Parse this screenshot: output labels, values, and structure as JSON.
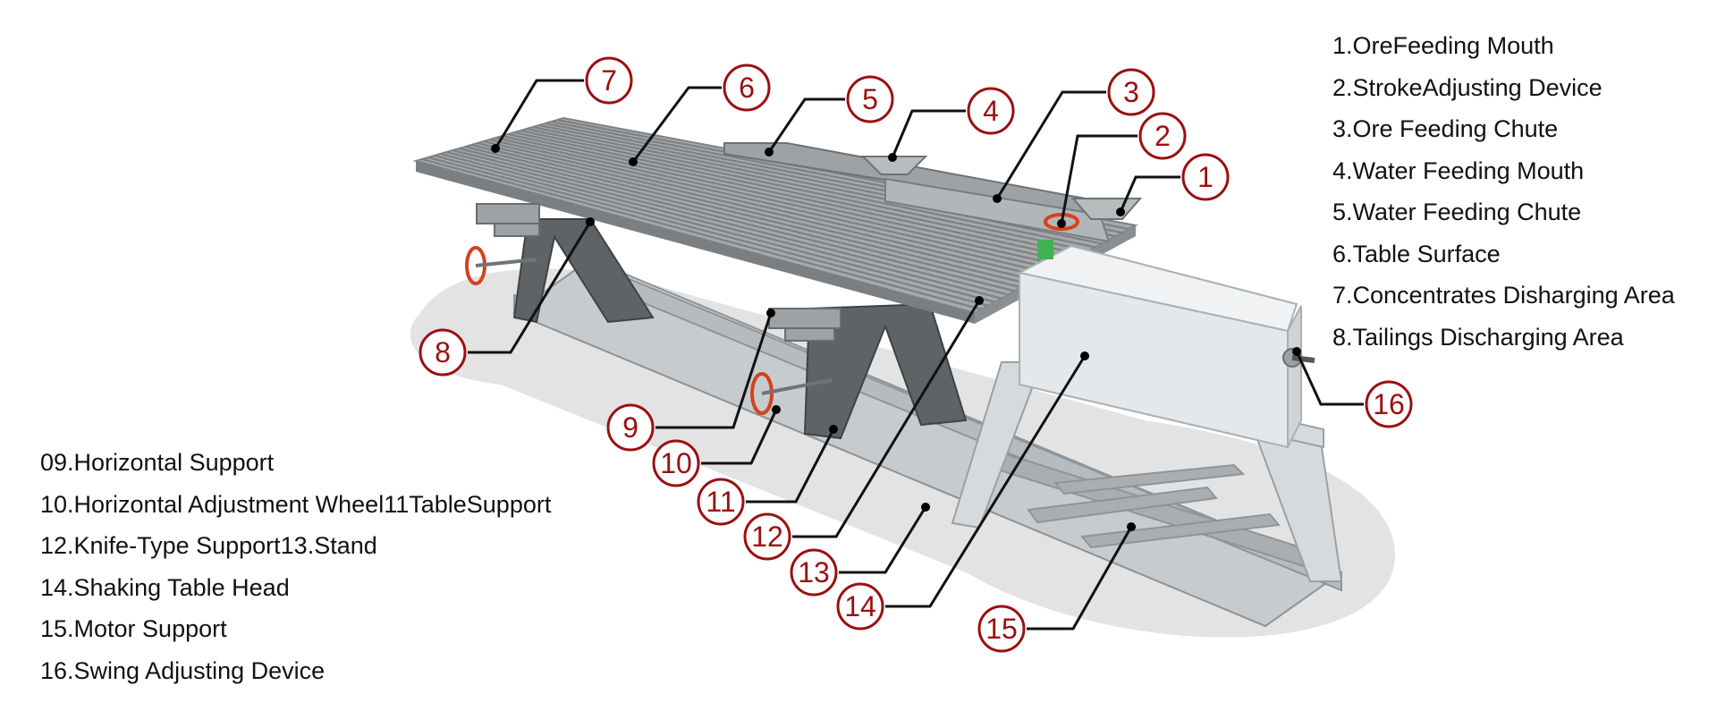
{
  "legend_right": [
    "1.OreFeeding Mouth",
    "2.StrokeAdjusting Device",
    "3.Ore Feeding Chute",
    "4.Water Feeding Mouth",
    "5.Water Feeding Chute",
    "6.Table Surface",
    "7.Concentrates Disharging Area",
    "8.Tailings Discharging Area"
  ],
  "legend_left": [
    "09.Horizontal Support",
    "10.Horizontal Adjustment Wheel11TableSupport",
    "12.Knife-Type Support13.Stand",
    "14.Shaking Table Head",
    "15.Motor Support",
    "16.Swing Adjusting Device"
  ],
  "callouts": [
    "1",
    "2",
    "3",
    "4",
    "5",
    "6",
    "7",
    "8",
    "9",
    "10",
    "11",
    "12",
    "13",
    "14",
    "15",
    "16"
  ],
  "colors": {
    "callout_ring": "#9c0f10",
    "leader_line": "#111111",
    "table_surface": "#a7a9ab",
    "frame": "#b9bec2",
    "box": "#e6e9eb",
    "wheel": "#d2431c"
  }
}
